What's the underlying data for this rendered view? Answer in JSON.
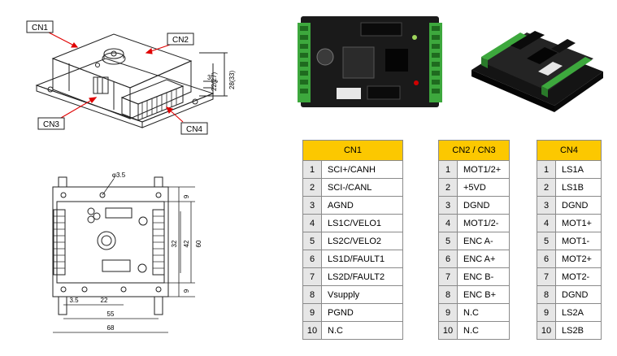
{
  "drawing": {
    "callouts": {
      "cn1": "CN1",
      "cn2": "CN2",
      "cn3": "CN3",
      "cn4": "CN4"
    },
    "side_dims": {
      "small": "3",
      "h22": "22(27)",
      "h28": "28(33)"
    },
    "top_dims": {
      "hole": "φ3.5",
      "w35": "3.5",
      "w22": "22",
      "w55": "55",
      "w68": "68",
      "h32": "32",
      "h42": "42",
      "h60": "60",
      "h9a": "9",
      "h9b": "9"
    }
  },
  "photos": {
    "front_icon": "pcb-board-front-photo",
    "iso_icon": "pcb-board-isometric-photo",
    "pcb_color": "#1a1a1a",
    "terminal_color": "#3da83d"
  },
  "tables": [
    {
      "title": "CN1",
      "rows": [
        {
          "num": "1",
          "sig": "SCI+/CANH"
        },
        {
          "num": "2",
          "sig": "SCI-/CANL"
        },
        {
          "num": "3",
          "sig": "AGND"
        },
        {
          "num": "4",
          "sig": "LS1C/VELO1"
        },
        {
          "num": "5",
          "sig": "LS2C/VELO2"
        },
        {
          "num": "6",
          "sig": "LS1D/FAULT1"
        },
        {
          "num": "7",
          "sig": "LS2D/FAULT2"
        },
        {
          "num": "8",
          "sig": "Vsupply"
        },
        {
          "num": "9",
          "sig": "PGND"
        },
        {
          "num": "10",
          "sig": "N.C"
        }
      ]
    },
    {
      "title": "CN2 / CN3",
      "rows": [
        {
          "num": "1",
          "sig": "MOT1/2+"
        },
        {
          "num": "2",
          "sig": "+5VD"
        },
        {
          "num": "3",
          "sig": "DGND"
        },
        {
          "num": "4",
          "sig": "MOT1/2-"
        },
        {
          "num": "5",
          "sig": "ENC  A-"
        },
        {
          "num": "6",
          "sig": "ENC  A+"
        },
        {
          "num": "7",
          "sig": "ENC  B-"
        },
        {
          "num": "8",
          "sig": "ENC  B+"
        },
        {
          "num": "9",
          "sig": "N.C"
        },
        {
          "num": "10",
          "sig": "N.C"
        }
      ]
    },
    {
      "title": "CN4",
      "rows": [
        {
          "num": "1",
          "sig": "LS1A"
        },
        {
          "num": "2",
          "sig": "LS1B"
        },
        {
          "num": "3",
          "sig": "DGND"
        },
        {
          "num": "4",
          "sig": "MOT1+"
        },
        {
          "num": "5",
          "sig": "MOT1-"
        },
        {
          "num": "6",
          "sig": "MOT2+"
        },
        {
          "num": "7",
          "sig": "MOT2-"
        },
        {
          "num": "8",
          "sig": "DGND"
        },
        {
          "num": "9",
          "sig": "LS2A"
        },
        {
          "num": "10",
          "sig": "LS2B"
        }
      ]
    }
  ],
  "colors": {
    "header": "#fcc800",
    "num_cell": "#e6e6e6",
    "border": "#8a8a8a",
    "callout": "#e00000"
  }
}
